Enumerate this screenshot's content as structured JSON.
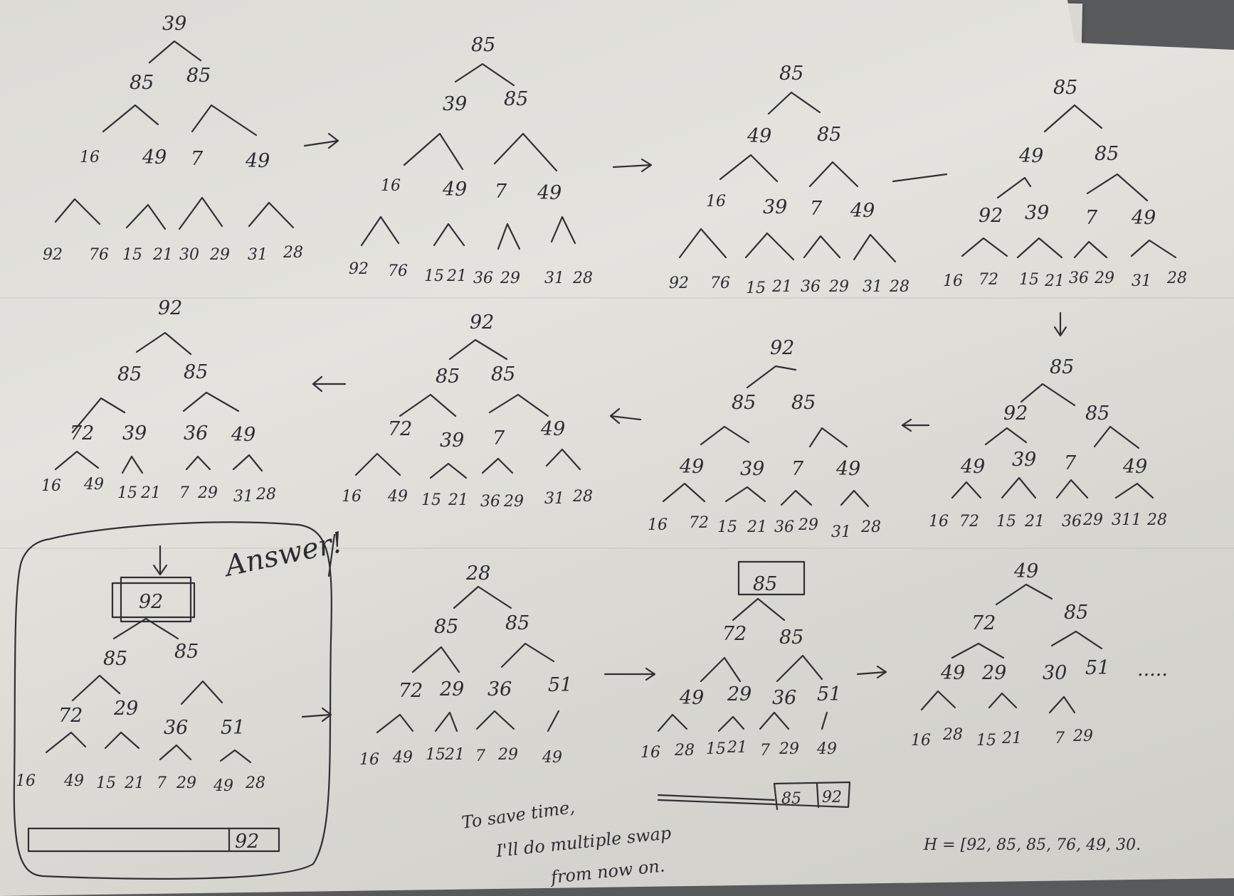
{
  "steps": [
    {
      "root": "39",
      "level1": [
        "85",
        "85"
      ],
      "level2": [
        "16",
        "49",
        "7",
        "49"
      ],
      "leaves": [
        "92",
        "76",
        "15",
        "21",
        "30",
        "29",
        "31",
        "28"
      ]
    },
    {
      "root": "85",
      "level1": [
        "39",
        "85"
      ],
      "level2": [
        "16",
        "49",
        "7",
        "49"
      ],
      "leaves": [
        "92",
        "76",
        "15",
        "21",
        "36",
        "29",
        "31",
        "28"
      ]
    },
    {
      "root": "85",
      "level1": [
        "49",
        "85"
      ],
      "level2": [
        "16",
        "39",
        "7",
        "49"
      ],
      "leaves": [
        "92",
        "76",
        "15",
        "21",
        "36",
        "29",
        "31",
        "28"
      ]
    },
    {
      "root": "85",
      "level1": [
        "49",
        "85"
      ],
      "level2": [
        "92",
        "39",
        "7",
        "49"
      ],
      "leaves": [
        "16",
        "72",
        "15",
        "21",
        "36",
        "29",
        "31",
        "28"
      ]
    },
    {
      "root": "85",
      "level1": [
        "92",
        "85"
      ],
      "level2": [
        "49",
        "39",
        "7",
        "49"
      ],
      "leaves": [
        "16",
        "72",
        "15",
        "21",
        "36",
        "29",
        "311",
        "28"
      ]
    },
    {
      "root": "92",
      "level1": [
        "85",
        "85"
      ],
      "level2": [
        "49",
        "39",
        "7",
        "49"
      ],
      "leaves": [
        "16",
        "72",
        "15",
        "21",
        "36",
        "29",
        "31",
        "28"
      ]
    },
    {
      "root": "92",
      "level1": [
        "85",
        "85"
      ],
      "level2": [
        "72",
        "39",
        "7",
        "49"
      ],
      "leaves": [
        "16",
        "49",
        "15",
        "21",
        "36",
        "29",
        "31",
        "28"
      ]
    },
    {
      "root": "92",
      "level1": [
        "85",
        "85"
      ],
      "level2": [
        "72",
        "39",
        "36",
        "49"
      ],
      "leaves": [
        "16",
        "49",
        "15",
        "21",
        "7",
        "29",
        "31",
        "28"
      ]
    },
    {
      "root": "92",
      "level1": [
        "85",
        "85"
      ],
      "level2": [
        "72",
        "29",
        "36",
        "51"
      ],
      "leaves": [
        "16",
        "49",
        "15",
        "21",
        "7",
        "29",
        "49",
        "28"
      ]
    },
    {
      "root": "28",
      "level1": [
        "85",
        "85"
      ],
      "level2": [
        "72",
        "29",
        "36",
        "51"
      ],
      "leaves": [
        "16",
        "49",
        "15",
        "21",
        "7",
        "29",
        "49"
      ]
    },
    {
      "root": "85",
      "level1": [
        "72",
        "85"
      ],
      "level2": [
        "49",
        "29",
        "36",
        "51"
      ],
      "leaves": [
        "16",
        "28",
        "15",
        "21",
        "7",
        "29",
        "49"
      ]
    },
    {
      "root": "49",
      "level1": [
        "72",
        "85"
      ],
      "level2": [
        "49",
        "29",
        "30",
        "51"
      ],
      "leaves": [
        "16",
        "28",
        "15",
        "21",
        "7",
        "29"
      ]
    }
  ],
  "labels": {
    "answer": "Answer!",
    "note_line1": "To save time,",
    "note_line2": "I'll do multiple swap",
    "note_line3": "from now on.",
    "ellipsis": ".....",
    "result": "H = [92, 85, 85, 76, 49, 30."
  },
  "sorted_arrays": [
    [
      "92"
    ],
    [
      "85",
      "92"
    ]
  ]
}
